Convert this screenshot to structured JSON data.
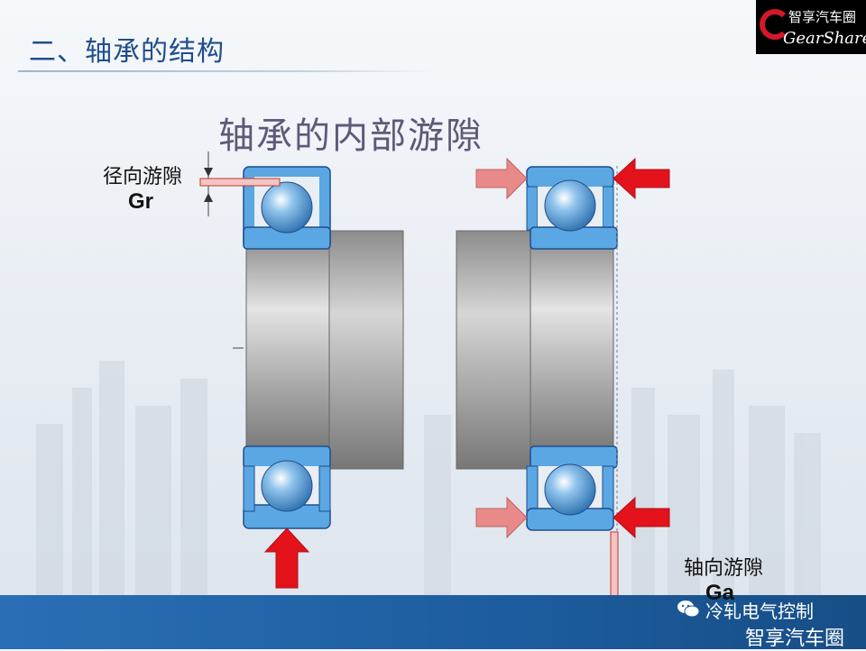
{
  "slide": {
    "title": "二、轴承的结构",
    "diagram_title": "轴承的内部游隙"
  },
  "logo": {
    "cn": "智享汽车圈",
    "en": "GearShare"
  },
  "labels": {
    "radial_clearance": "径向游隙",
    "radial_symbol": "Gr",
    "axial_clearance": "轴向游隙",
    "axial_symbol": "Ga"
  },
  "footer": {
    "watermark": "冷轧电气控制",
    "brand": "智享汽车圈"
  },
  "colors": {
    "title_blue": "#1f4e8c",
    "ring_blue": "#5aa7e3",
    "arrow_red": "#e3121b",
    "arrow_red_light": "#e98a8a",
    "footer_blue": "#1c5c9e"
  },
  "icons": [
    "wechat-icon",
    "gear-logo-icon"
  ]
}
